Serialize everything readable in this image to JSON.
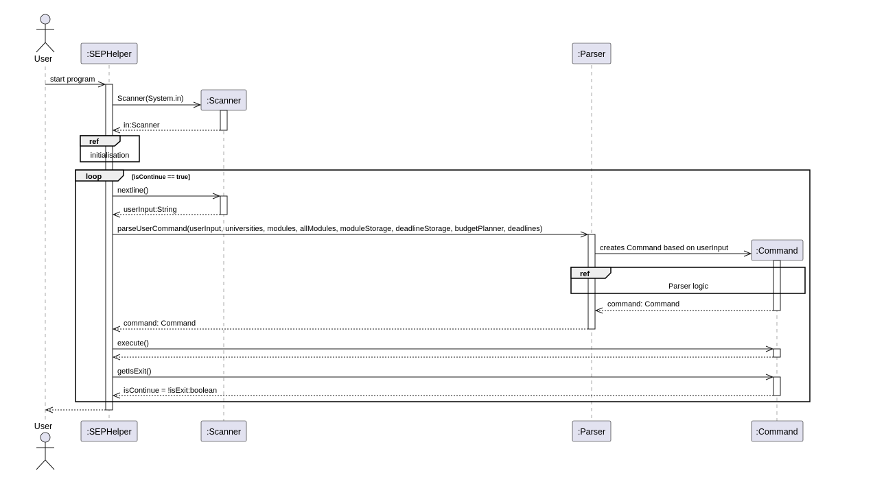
{
  "actor": {
    "top_label": "User",
    "bottom_label": "User"
  },
  "participants": {
    "sephelper": ":SEPHelper",
    "scanner": ":Scanner",
    "parser": ":Parser",
    "command": ":Command"
  },
  "messages": {
    "start_program": "start program",
    "scanner_ctor": "Scanner(System.in)",
    "in_scanner": "in:Scanner",
    "nextline": "nextline()",
    "user_input": "userInput:String",
    "parse_user_command": "parseUserCommand(userInput, universities, modules, allModules, moduleStorage, deadlineStorage, budgetPlanner, deadlines)",
    "creates_command": "creates Command based on userInput",
    "command_return_parser": "command: Command",
    "command_return_main": "command: Command",
    "execute": "execute()",
    "get_is_exit": "getIsExit()",
    "is_continue": "isContinue = !isExit:boolean"
  },
  "frames": {
    "ref_initialisation": {
      "tag": "ref",
      "text": "initialisation"
    },
    "loop": {
      "tag": "loop",
      "guard": "[isContinue == true]"
    },
    "ref_parser": {
      "tag": "ref",
      "text": "Parser logic"
    }
  },
  "colors": {
    "participant_fill": "#e2e2f0",
    "border": "#181818",
    "lifeline": "#aaaaaa",
    "frame_tab": "#eeeeee"
  }
}
